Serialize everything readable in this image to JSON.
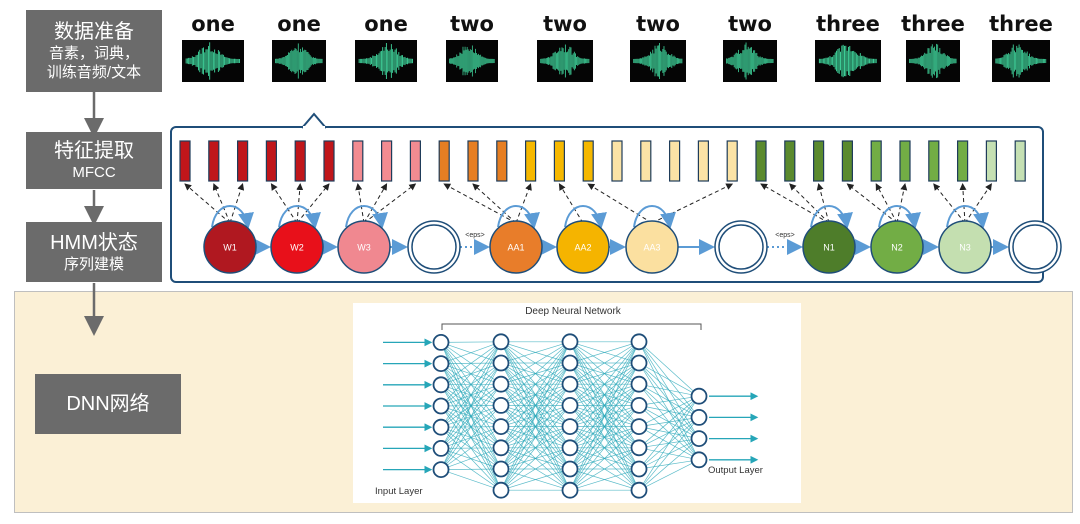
{
  "steps": {
    "data_prep": {
      "title": "数据准备",
      "line2": "音素，词典，",
      "line3": "训练音频/文本"
    },
    "feature": {
      "title": "特征提取",
      "line2": "MFCC"
    },
    "hmm": {
      "title": "HMM状态",
      "line2": "序列建模"
    },
    "dnn": {
      "title": "DNN网络"
    }
  },
  "words": [
    "one",
    "one",
    "one",
    "two",
    "two",
    "two",
    "two",
    "three",
    "three",
    "three"
  ],
  "feature_colors": [
    "#c0161b",
    "#c0161b",
    "#c0161b",
    "#c0161b",
    "#c0161b",
    "#c0161b",
    "#f28b91",
    "#f28b91",
    "#f28b91",
    "#e67e22",
    "#e67e22",
    "#e67e22",
    "#f5b800",
    "#f5b800",
    "#f5b800",
    "#fbe3a6",
    "#fbe3a6",
    "#fbe3a6",
    "#fbe3a6",
    "#fbe3a6",
    "#5a8a2e",
    "#5a8a2e",
    "#5a8a2e",
    "#5a8a2e",
    "#72ad45",
    "#72ad45",
    "#72ad45",
    "#72ad45",
    "#c5e0b3",
    "#c5e0b3"
  ],
  "states": [
    {
      "label": "W1",
      "color": "#b01820"
    },
    {
      "label": "W2",
      "color": "#e8101a"
    },
    {
      "label": "W3",
      "color": "#f08890"
    },
    {
      "label": "",
      "color": "#ffffff"
    },
    {
      "label": "AA1",
      "color": "#e87d2a"
    },
    {
      "label": "AA2",
      "color": "#f5b400"
    },
    {
      "label": "AA3",
      "color": "#fbe0a0"
    },
    {
      "label": "",
      "color": "#ffffff"
    },
    {
      "label": "N1",
      "color": "#4e7d2a"
    },
    {
      "label": "N2",
      "color": "#72ad45"
    },
    {
      "label": "N3",
      "color": "#c4dfb0"
    },
    {
      "label": "",
      "color": "#ffffff"
    }
  ],
  "eps_label": "<eps>",
  "nn": {
    "title": "Deep Neural Network",
    "input_label": "Input Layer",
    "output_label": "Output Layer",
    "layers": [
      7,
      8,
      8,
      8,
      4
    ]
  },
  "colors": {
    "box": "#6b6b6b",
    "panel_border": "#1f4e79",
    "arrow": "#5b9bd5",
    "wave": "#3fd29a",
    "nn_line": "#26a6b8"
  }
}
